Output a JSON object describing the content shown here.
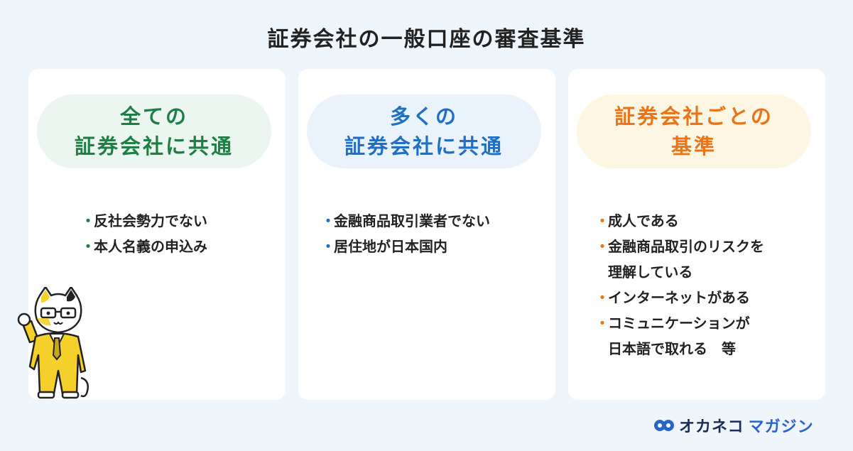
{
  "title": "証券会社の一般口座の審査基準",
  "cards": [
    {
      "heading_lines": [
        "全ての",
        "証券会社に共通"
      ],
      "items": [
        "反社会勢力でない",
        "本人名義の申込み"
      ]
    },
    {
      "heading_lines": [
        "多くの",
        "証券会社に共通"
      ],
      "items": [
        "金融商品取引業者でない",
        "居住地が日本国内"
      ]
    },
    {
      "heading_lines": [
        "証券会社ごとの",
        "基準"
      ],
      "items": [
        [
          "成人である"
        ],
        [
          "金融商品取引のリスクを",
          "理解している"
        ],
        [
          "インターネットがある"
        ],
        [
          "コミュニケーションが",
          "日本語で取れる　等"
        ]
      ]
    }
  ],
  "bullet": "・",
  "logo": {
    "main": "オカネコ",
    "sub": "マガジン"
  },
  "colors": {
    "background": "#eef5fb",
    "green": "#1e7e45",
    "blue": "#1f6fc4",
    "orange": "#e8751a"
  },
  "icons": {
    "mascot": "cat-in-suit-mascot-icon",
    "logo": "logo-mark-icon"
  }
}
